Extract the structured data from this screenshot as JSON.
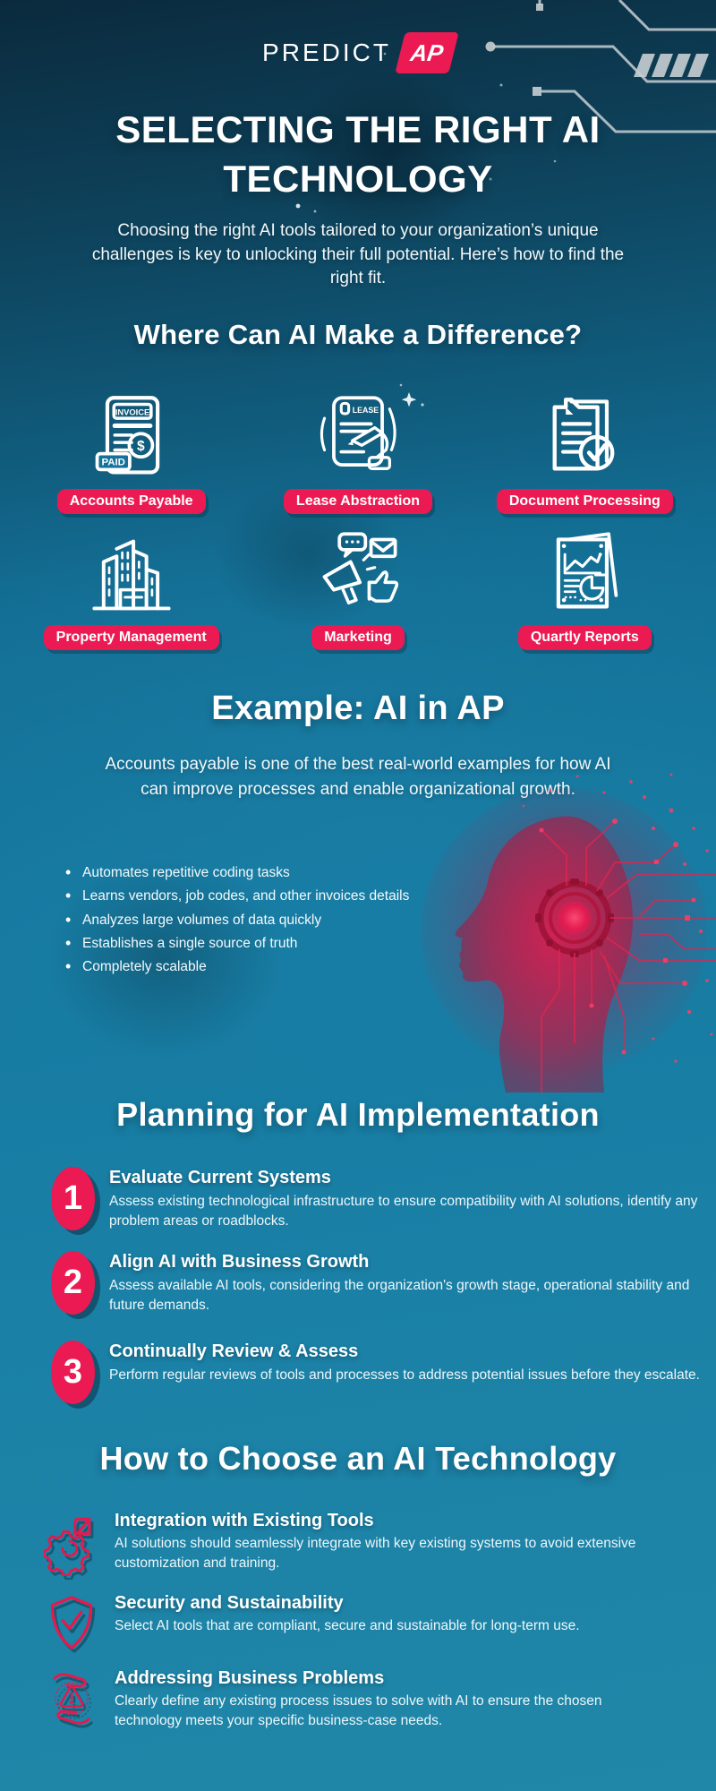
{
  "logo": {
    "text": "PREDICT",
    "badge": "AP"
  },
  "hero": {
    "title": "SELECTING THE RIGHT AI TECHNOLOGY",
    "intro": "Choosing the right AI tools tailored to your organization’s unique challenges is key to unlocking their full potential. Here’s how to find the right fit."
  },
  "difference": {
    "heading": "Where Can AI Make a Difference?",
    "icon_texts": {
      "invoice": "INVOICE",
      "paid": "PAID",
      "lease": "LEASE"
    },
    "items": [
      {
        "icon": "invoice-paid-icon",
        "label": "Accounts Payable"
      },
      {
        "icon": "lease-document-icon",
        "label": "Lease Abstraction"
      },
      {
        "icon": "document-check-icon",
        "label": "Document Processing"
      },
      {
        "icon": "buildings-icon",
        "label": "Property Management"
      },
      {
        "icon": "megaphone-icon",
        "label": "Marketing"
      },
      {
        "icon": "report-chart-icon",
        "label": "Quartly Reports"
      }
    ]
  },
  "example": {
    "heading": "Example: AI in AP",
    "paragraph": "Accounts payable is one of the best real-world examples for how AI can improve processes and enable organizational growth.",
    "bullets": [
      "Automates repetitive coding tasks",
      "Learns vendors, job codes, and other invoices details",
      "Analyzes large volumes of data quickly",
      "Establishes a single source of truth",
      "Completely scalable"
    ]
  },
  "planning": {
    "heading": "Planning for AI Implementation",
    "steps": [
      {
        "number": "1",
        "title": "Evaluate Current Systems",
        "description": "Assess existing technological infrastructure to ensure compatibility with AI solutions, identify any problem areas or roadblocks."
      },
      {
        "number": "2",
        "title": "Align AI with Business Growth",
        "description": "Assess available AI tools, considering the organization's growth stage, operational stability and future demands."
      },
      {
        "number": "3",
        "title": "Continually Review & Assess",
        "description": "Perform regular reviews of tools and processes to address potential issues before they escalate."
      }
    ]
  },
  "choose": {
    "heading": "How to Choose an AI Technology",
    "items": [
      {
        "icon": "gear-icon",
        "title": "Integration with Existing Tools",
        "description": "AI solutions should seamlessly integrate with key existing systems to avoid extensive customization and training."
      },
      {
        "icon": "shield-check-icon",
        "title": "Security and Sustainability",
        "description": "Select AI tools that are compliant, secure and sustainable for long-term use."
      },
      {
        "icon": "hands-warning-icon",
        "title": "Addressing Business Problems",
        "description": "Clearly define any existing process issues to solve with AI to ensure the chosen technology meets your specific business-case needs."
      }
    ]
  },
  "colors": {
    "accent": "#EC1A52",
    "head_red": "#D81744",
    "trace_gray": "#C7CFD2",
    "background_top": "#0B2A3D",
    "background_bottom": "#2087A8"
  }
}
